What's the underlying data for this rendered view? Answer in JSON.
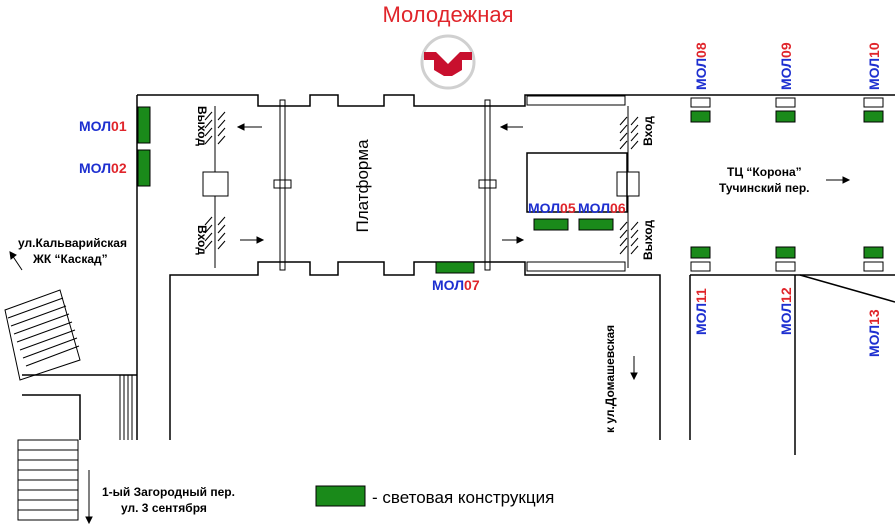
{
  "station": {
    "name": "Молодежная",
    "name_color": "#e0252b"
  },
  "platform_label": "Платформа",
  "exit_label": "Выход",
  "entrance_label": "Вход",
  "colors": {
    "panel": "#1a8a1a",
    "mol_prefix": "#1d2fd0",
    "mol_number": "#e0252b",
    "logo": "#c8102e"
  },
  "panels": [
    {
      "id": "mol01",
      "prefix": "МОЛ",
      "num": "01",
      "num_color": "red"
    },
    {
      "id": "mol02",
      "prefix": "МОЛ",
      "num": "02",
      "num_color": "red"
    },
    {
      "id": "mol05",
      "prefix": "МОЛ",
      "num": "05",
      "num_color": "red"
    },
    {
      "id": "mol06",
      "prefix": "МОЛ",
      "num": "06",
      "num_color": "red"
    },
    {
      "id": "mol07",
      "prefix": "МОЛ",
      "num": "07",
      "num_color": "red"
    },
    {
      "id": "mol08",
      "prefix": "МОЛ",
      "num": "08",
      "num_color": "red"
    },
    {
      "id": "mol09",
      "prefix": "МОЛ",
      "num": "09",
      "num_color": "red"
    },
    {
      "id": "mol10",
      "prefix": "МОЛ",
      "num": "10",
      "num_color": "red"
    },
    {
      "id": "mol11",
      "prefix": "МОЛ",
      "num": "11",
      "num_color": "red"
    },
    {
      "id": "mol12",
      "prefix": "МОЛ",
      "num": "12",
      "num_color": "red"
    },
    {
      "id": "mol13",
      "prefix": "МОЛ",
      "num": "13",
      "num_color": "red"
    }
  ],
  "streets": {
    "kalvariyskaya": "ул.Кальварийская",
    "kaskad": "ЖК “Каскад”",
    "korona": "ТЦ “Корона”",
    "tuchinsky": "Тучинский пер.",
    "domashevskaya": "к ул.Домашевская",
    "zagorodny": "1-ый Загородный пер.",
    "sentyabrya": "ул. 3 сентября"
  },
  "legend": {
    "text": "- световая конструкция"
  }
}
